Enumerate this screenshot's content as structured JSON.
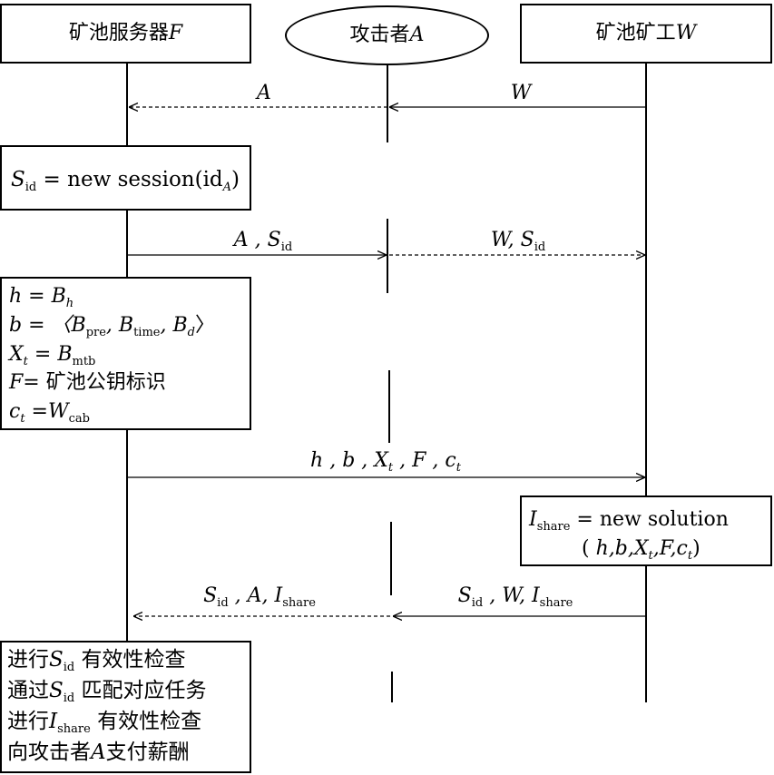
{
  "participants": {
    "pool_server": {
      "label": "矿池服务器",
      "symbol": "F"
    },
    "attacker": {
      "label": "攻击者",
      "symbol": "A"
    },
    "miner": {
      "label": "矿池矿工",
      "symbol": "W"
    }
  },
  "messages": {
    "m1_left": {
      "label": "A"
    },
    "m1_right": {
      "label": "W"
    },
    "m2_left": {
      "a": "A",
      "sep": " , ",
      "s": "S",
      "s_sub": "id"
    },
    "m2_right": {
      "w": "W",
      "sep": ", ",
      "s": "S",
      "s_sub": "id"
    },
    "m3": {
      "label": "h , b , X",
      "x_sub": "t",
      "mid": " , F , c",
      "c_sub": "t"
    },
    "m4_left": {
      "s": "S",
      "s_sub": "id",
      "mid": " , A, I",
      "i_sub": "share"
    },
    "m4_right": {
      "s": "S",
      "s_sub": "id",
      "mid": " , W, I",
      "i_sub": "share"
    }
  },
  "boxes": {
    "session": {
      "s": "S",
      "s_sub": "id",
      "eq": " = new session(id",
      "a_sub": "A",
      "close": ")"
    },
    "template": {
      "line1": {
        "h": "h",
        "eq": " = B",
        "b_sub": "h"
      },
      "line2": {
        "b": "b",
        "eq": " = 〈B",
        "sub1": "pre",
        "sep1": ", B",
        "sub2": "time",
        "sep2": ", B",
        "sub3": "d",
        "close": "〉"
      },
      "line3": {
        "x": "X",
        "x_sub": "t",
        "eq": " = B",
        "b_sub": "mtb"
      },
      "line4": {
        "f": "F",
        "eq": "= 矿池公钥标识"
      },
      "line5": {
        "c": "c",
        "c_sub": "t",
        "eq": " =W",
        "w_sub": "cab"
      }
    },
    "solution": {
      "line1": {
        "i": "I",
        "i_sub": "share",
        "eq": " = new solution"
      },
      "line2": {
        "open": "( ",
        "args": "h,b,X",
        "x_sub": "t",
        "rest": ",F,c",
        "c_sub": "t",
        "close": ")"
      }
    },
    "verify": {
      "line1": {
        "pre": "进行",
        "s": "S",
        "s_sub": "id",
        "post": " 有效性检查"
      },
      "line2": {
        "pre": "通过",
        "s": "S",
        "s_sub": "id",
        "post": " 匹配对应任务"
      },
      "line3": {
        "pre": "进行",
        "i": "I",
        "i_sub": "share",
        "post": " 有效性检查"
      },
      "line4": {
        "pre": "向攻击者",
        "a": "A",
        "post": "支付薪酬"
      }
    }
  }
}
